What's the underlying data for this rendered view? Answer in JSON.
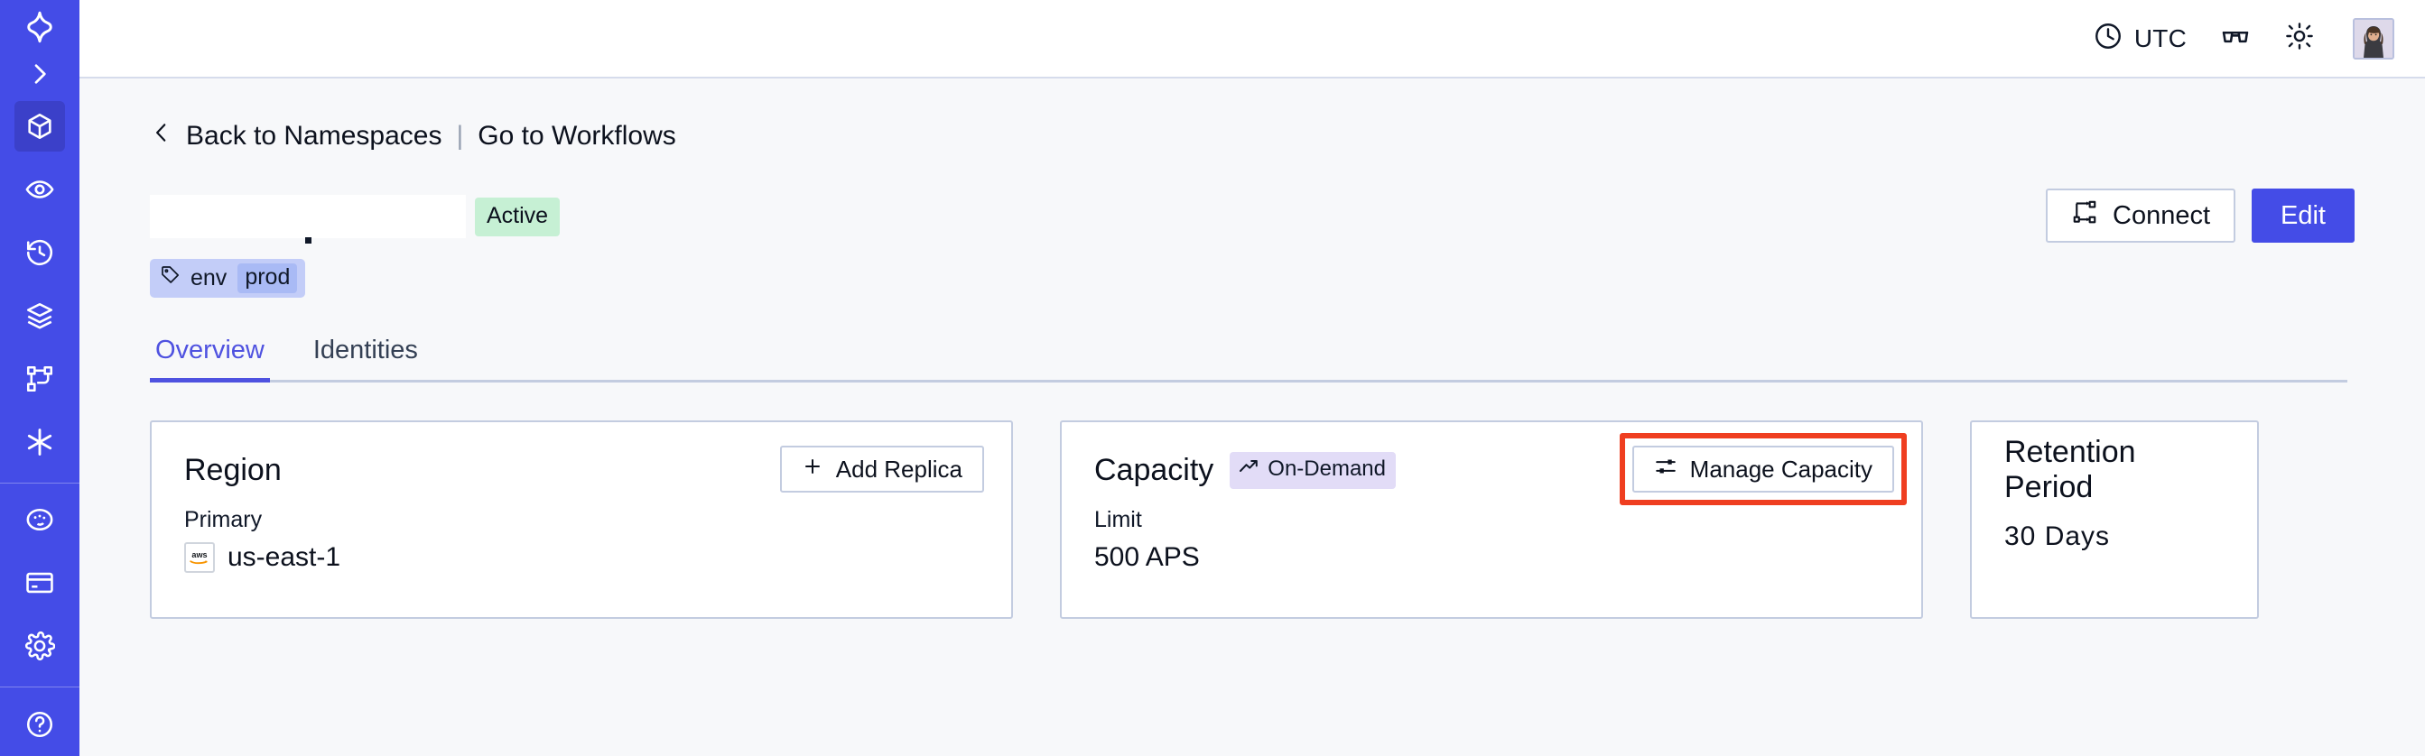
{
  "sidebar": {
    "logo_icon": "sparkle-logo-icon",
    "expand_icon": "chevron-right-icon",
    "items": [
      {
        "icon": "cube-icon",
        "name": "namespaces",
        "active": true
      },
      {
        "icon": "eye-icon",
        "name": "observability",
        "active": false
      },
      {
        "icon": "history-icon",
        "name": "history",
        "active": false
      },
      {
        "icon": "layers-icon",
        "name": "layers",
        "active": false
      },
      {
        "icon": "workflow-icon",
        "name": "workflows",
        "active": false
      },
      {
        "icon": "asterisk-icon",
        "name": "nexus",
        "active": false
      }
    ],
    "bottom_items": [
      {
        "icon": "palette-icon",
        "name": "usage",
        "active": false
      },
      {
        "icon": "card-icon",
        "name": "billing",
        "active": false
      },
      {
        "icon": "gear-icon",
        "name": "settings",
        "active": false
      }
    ],
    "accent_color": "#444ce7",
    "active_color": "#3b40c9"
  },
  "topbar": {
    "timezone_icon": "clock-icon",
    "timezone_label": "UTC",
    "glasses_icon": "glasses-icon",
    "theme_icon": "sun-icon",
    "avatar_name": "user-avatar"
  },
  "breadcrumb": {
    "back_icon": "chevron-left-icon",
    "back_label": "Back to Namespaces",
    "separator": "|",
    "forward_label": "Go to Workflows"
  },
  "namespace": {
    "name_redacted": "",
    "status_badge": "Active",
    "status_badge_color": "#c6f0d4",
    "tag": {
      "icon": "tag-icon",
      "key": "env",
      "value": "prod"
    }
  },
  "header_actions": {
    "connect_icon": "connect-nodes-icon",
    "connect_label": "Connect",
    "edit_label": "Edit",
    "edit_color": "#444ce7"
  },
  "tabs": [
    {
      "label": "Overview",
      "active": true
    },
    {
      "label": "Identities",
      "active": false
    }
  ],
  "tab_accent_color": "#4f52e0",
  "cards": {
    "region": {
      "title": "Region",
      "action_icon": "plus-icon",
      "action_label": "Add Replica",
      "sub_label": "Primary",
      "provider_icon": "aws-logo-icon",
      "value": "us-east-1"
    },
    "capacity": {
      "title": "Capacity",
      "badge_icon": "trending-up-icon",
      "badge_label": "On-Demand",
      "badge_color": "#e2dcf7",
      "action_icon": "sliders-icon",
      "action_label": "Manage Capacity",
      "action_highlighted": true,
      "highlight_color": "#ef3e20",
      "sub_label": "Limit",
      "value": "500 APS"
    },
    "retention": {
      "title": "Retention Period",
      "value": "30 Days"
    }
  }
}
